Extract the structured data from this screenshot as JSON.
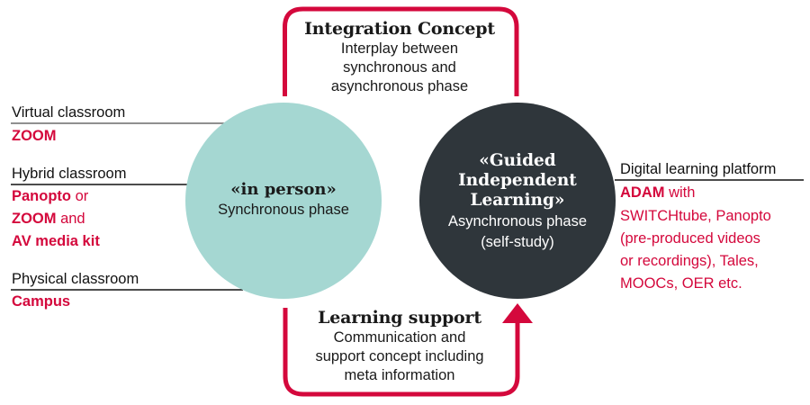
{
  "colors": {
    "accent_red": "#d4083c",
    "teal_circle": "#a5d7d2",
    "dark_circle": "#2f363b",
    "line_dark": "#111111",
    "line_grey": "#6b6b6b"
  },
  "top_box": {
    "title": "Integration Concept",
    "lines": [
      "Interplay between",
      "synchronous and",
      "asynchronous phase"
    ]
  },
  "bottom_box": {
    "title": "Learning support",
    "lines": [
      "Communication and",
      "support concept including",
      "meta information"
    ]
  },
  "circle_left": {
    "title": "«in person»",
    "subtitle": "Synchronous phase"
  },
  "circle_right": {
    "title_lines": [
      "«Guided",
      "Independent",
      "Learning»"
    ],
    "subtitle_lines": [
      "Asynchronous phase",
      "(self-study)"
    ]
  },
  "left_items": [
    {
      "label": "Virtual classroom",
      "tools": [
        {
          "text": "ZOOM",
          "bold": true
        }
      ]
    },
    {
      "label": "Hybrid classroom",
      "tools_lines": [
        [
          {
            "text": "Panopto",
            "bold": true
          },
          {
            "text": " or",
            "bold": false
          }
        ],
        [
          {
            "text": "ZOOM",
            "bold": true
          },
          {
            "text": " and",
            "bold": false
          }
        ],
        [
          {
            "text": "AV media kit",
            "bold": true
          }
        ]
      ]
    },
    {
      "label": "Physical classroom",
      "tools": [
        {
          "text": "Campus",
          "bold": true
        }
      ]
    }
  ],
  "right_item": {
    "label": "Digital learning platform",
    "first_line_bold": "ADAM",
    "first_line_rest": " with",
    "lines": [
      "SWITCHtube, Panopto",
      "(pre-produced videos",
      "or recordings), Tales,",
      "MOOCs, OER etc."
    ]
  }
}
